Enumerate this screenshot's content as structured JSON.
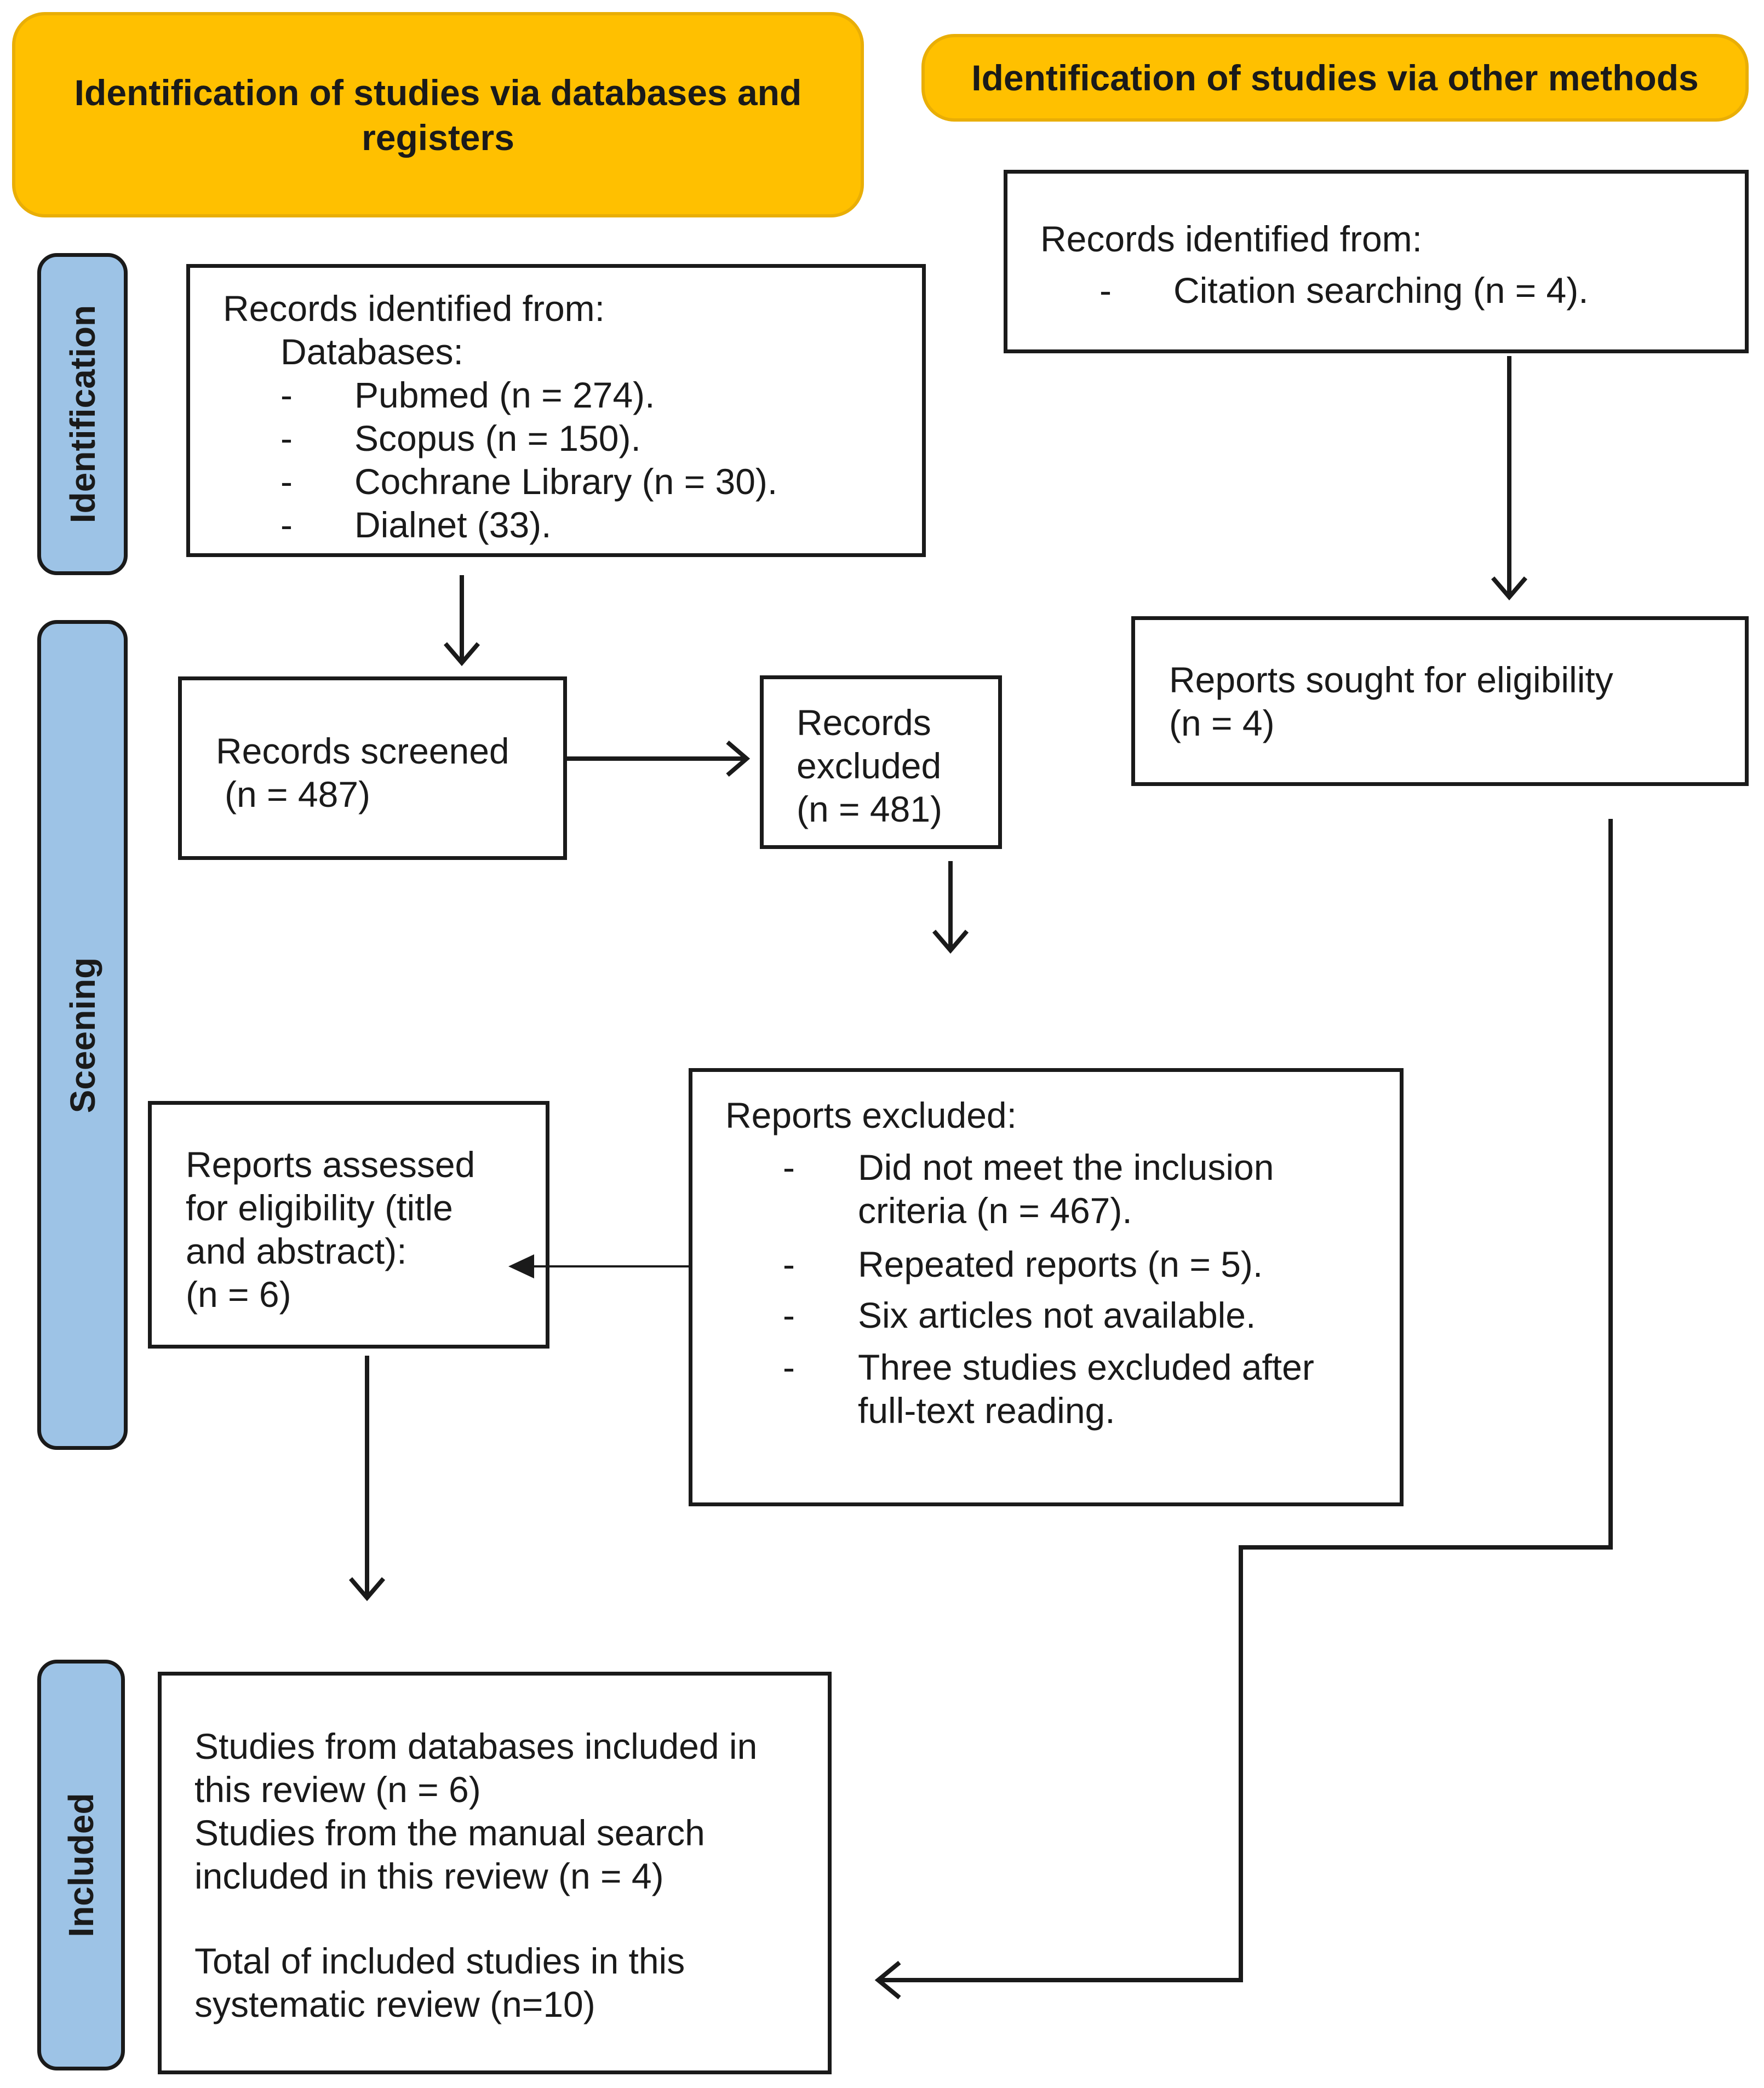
{
  "colors": {
    "header_fill": "#ffc000",
    "header_border": "#e9ae06",
    "phase_fill": "#9dc3e6",
    "stroke": "#1a1a1a"
  },
  "headers": {
    "databases": "Identification of studies via databases and registers",
    "other": "Identification of studies via other methods"
  },
  "phases": {
    "identification": "Identification",
    "screening": "Sceening",
    "included": "Included"
  },
  "db_records": {
    "title": "Records identified from:",
    "subtitle": "Databases:",
    "dash": "-",
    "items": [
      "Pubmed (n = 274).",
      "Scopus (n = 150).",
      "Cochrane Library (n = 30).",
      "Dialnet (33)."
    ]
  },
  "other_records": {
    "title": "Records identified from:",
    "dash": "-",
    "item": "Citation searching (n = 4)."
  },
  "reports_sought": {
    "line1": "Reports sought for eligibility",
    "line2": "(n = 4)"
  },
  "records_screened": {
    "line1": "Records screened",
    "line2": "(n = 487)"
  },
  "records_excluded": {
    "line1": "Records",
    "line2": "excluded",
    "line3": "(n = 481)"
  },
  "reports_excluded": {
    "title": "Reports excluded:",
    "dash": "-",
    "items": [
      {
        "l1": "Did not meet the inclusion",
        "l2": "criteria (n = 467)."
      },
      {
        "l1": "Repeated reports (n = 5).",
        "l2": ""
      },
      {
        "l1": "Six articles not available.",
        "l2": ""
      },
      {
        "l1": "Three studies excluded after",
        "l2": "full-text reading."
      }
    ]
  },
  "reports_assessed": {
    "lines": [
      "Reports assessed",
      "for eligibility (title",
      "and abstract):",
      "(n = 6)"
    ]
  },
  "included": {
    "lines": [
      "Studies from databases included in",
      "this review (n = 6)",
      "Studies from the manual search",
      "included in this review (n = 4)",
      "",
      "Total of included studies in this",
      "systematic review (n=10)"
    ]
  }
}
